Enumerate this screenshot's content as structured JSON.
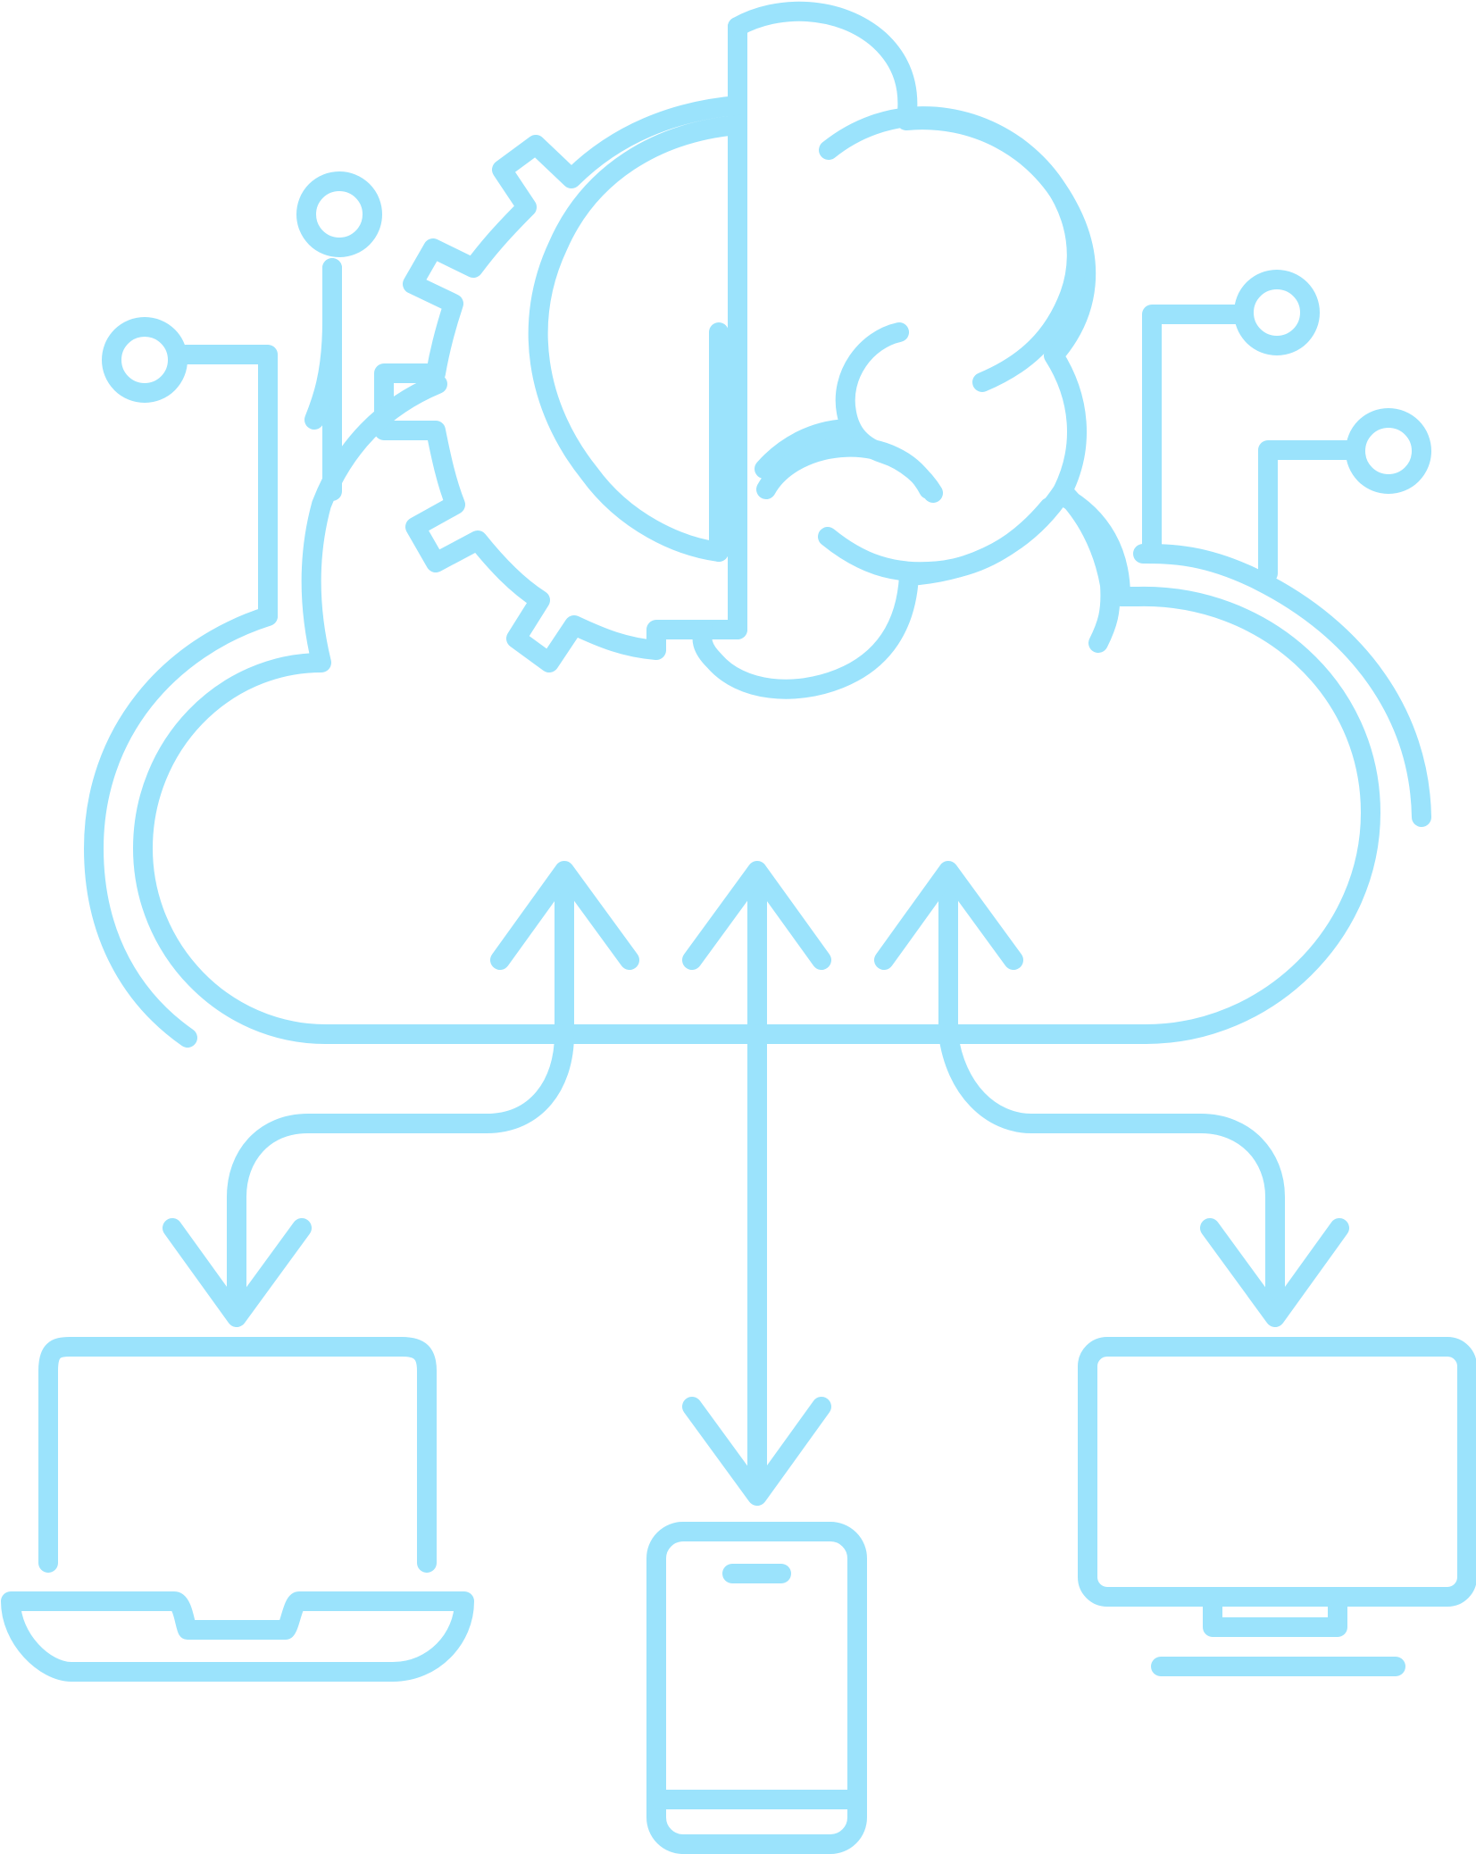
{
  "diagram": {
    "stroke_color": "#9be3fc",
    "background": "#ffffff",
    "nodes": [
      {
        "id": "brain-gear",
        "icon": "brain-gear-icon"
      },
      {
        "id": "cloud",
        "icon": "cloud-icon"
      },
      {
        "id": "laptop",
        "icon": "laptop-icon"
      },
      {
        "id": "smartphone",
        "icon": "smartphone-icon"
      },
      {
        "id": "desktop-monitor",
        "icon": "monitor-icon"
      }
    ],
    "edges": [
      {
        "from": "cloud",
        "to": "laptop",
        "direction": "down"
      },
      {
        "from": "cloud",
        "to": "smartphone",
        "direction": "down"
      },
      {
        "from": "cloud",
        "to": "desktop-monitor",
        "direction": "down"
      },
      {
        "from": "cloud",
        "to": "brain-gear",
        "direction": "up",
        "count": 3
      }
    ]
  }
}
